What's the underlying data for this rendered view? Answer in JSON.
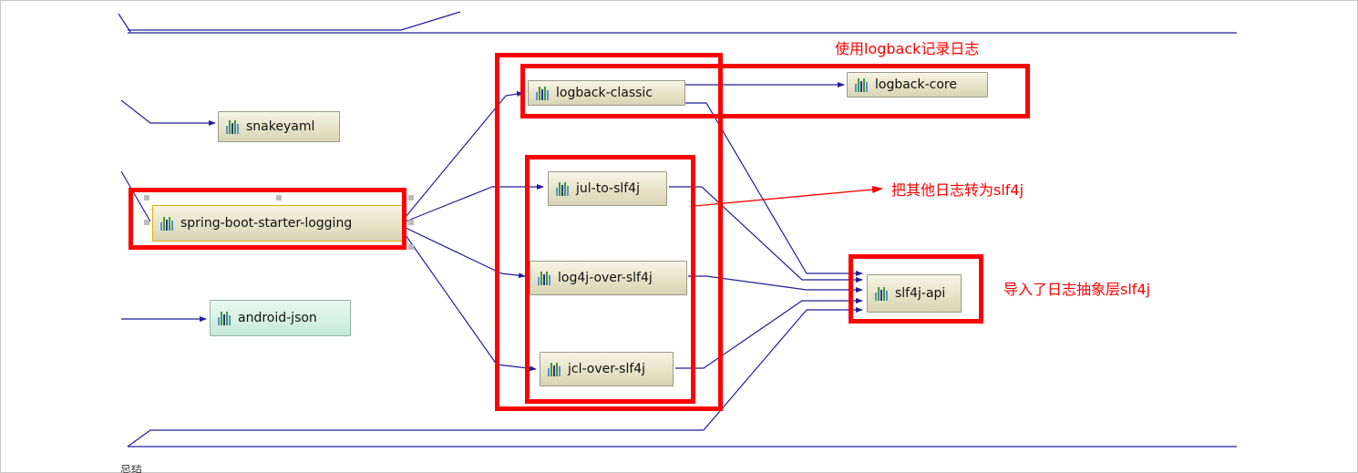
{
  "nodes": {
    "logback_classic": "logback-classic",
    "logback_core": "logback-core",
    "snakeyaml": "snakeyaml",
    "spring_boot_starter_logging": "spring-boot-starter-logging",
    "jul_to_slf4j": "jul-to-slf4j",
    "log4j_over_slf4j": "log4j-over-slf4j",
    "android_json": "android-json",
    "jcl_over_slf4j": "jcl-over-slf4j",
    "slf4j_api": "slf4j-api"
  },
  "annotations": {
    "logback": "使用logback记录日志",
    "convert": "把其他日志转为slf4j",
    "abstraction": "导入了日志抽象层slf4j"
  },
  "footer": "总结",
  "colors": {
    "edge": "#1f1f99",
    "highlight": "#ff0000",
    "node_fill": "#e8e5cb",
    "node_fill_teal": "#d4f0e4",
    "selection": "#e0b000"
  },
  "icon": "library-bars-icon"
}
